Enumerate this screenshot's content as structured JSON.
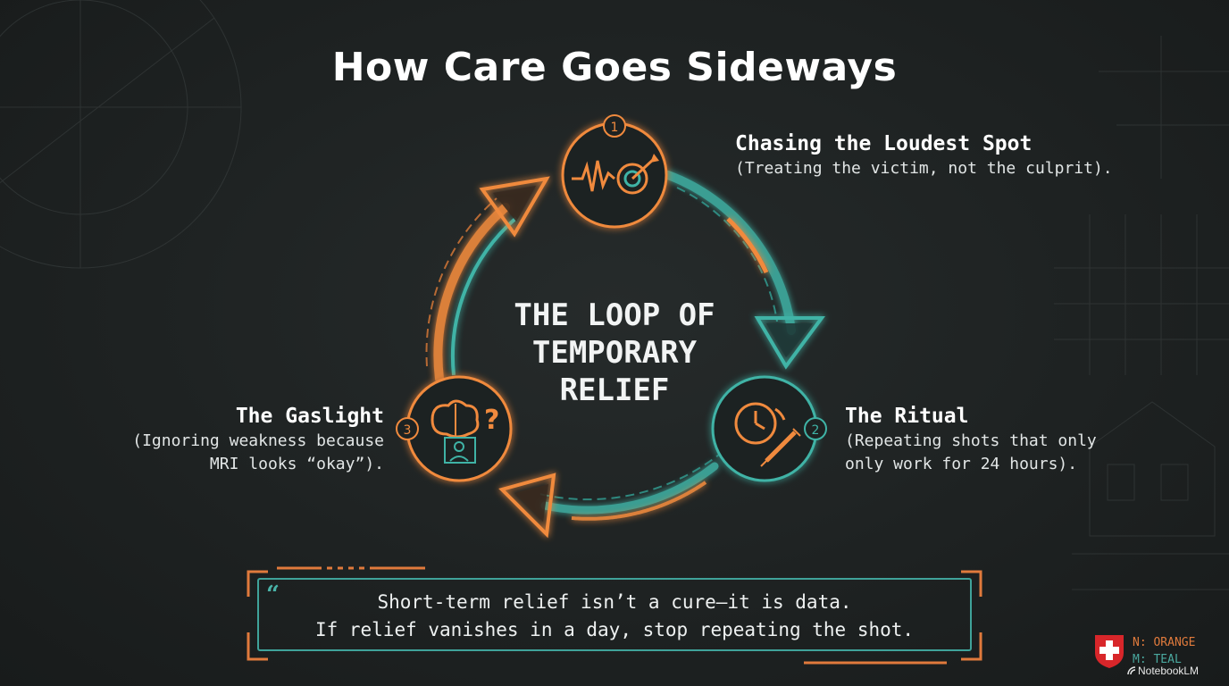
{
  "title": "How Care Goes Sideways",
  "center": {
    "line1": "THE LOOP OF",
    "line2": "TEMPORARY",
    "line3": "RELIEF"
  },
  "steps": [
    {
      "number": "1",
      "title": "Chasing the Loudest Spot",
      "desc_lines": [
        "(Treating the victim, not the culprit)."
      ],
      "icon": "pulse-target-icon"
    },
    {
      "number": "2",
      "title": "The Ritual",
      "desc_lines": [
        "(Repeating shots that only",
        "only work for 24 hours)."
      ],
      "icon": "clock-syringe-icon"
    },
    {
      "number": "3",
      "title": "The Gaslight",
      "desc_lines": [
        "(Ignoring weakness because",
        "MRI looks “okay”)."
      ],
      "icon": "brain-question-icon"
    }
  ],
  "quote": {
    "line1": "Short-term relief isn’t a cure—it is data.",
    "line2": "If relief vanishes in a day, stop repeating the shot."
  },
  "legend": {
    "n": "N: ORANGE",
    "m": "M: TEAL",
    "n_color": "#e07a3c",
    "m_color": "#4aa89e"
  },
  "brand": "NotebookLM",
  "colors": {
    "orange": "#f08a3e",
    "teal": "#3fb3a6",
    "background": "#1e2222"
  }
}
